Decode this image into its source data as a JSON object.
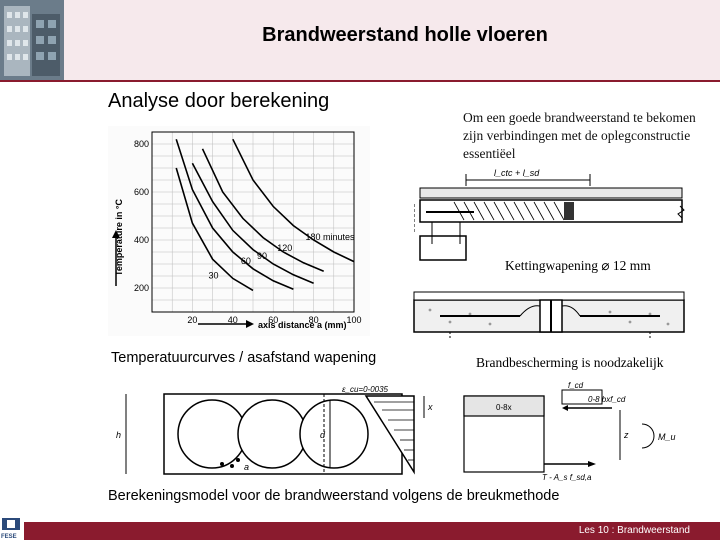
{
  "slide": {
    "title": "Brandweerstand holle vloeren",
    "subtitle": "Analyse door berekening",
    "note": "Om een goede brandweerstand te bekomen zijn verbindingen met de oplegconstructie essentiëel",
    "caption_temperature": "Temperatuurcurves / asafstand wapening",
    "caption_chain": "Kettingwapening ⌀ 12 mm",
    "caption_protection": "Brandbescherming is noodzakelijk",
    "caption_bottom": "Berekeningsmodel voor de brandweerstand volgens de breukmethode",
    "footer": "Les 10 : Brandweerstand",
    "logo_text": "FESE"
  },
  "chart_data": {
    "type": "line",
    "ylabel": "Temperature in °C",
    "xlabel": "axis distance a (mm)",
    "x_ticks": [
      "20",
      "40",
      "60",
      "80",
      "100"
    ],
    "y_ticks": [
      "200",
      "400",
      "600",
      "800"
    ],
    "xlim": [
      0,
      100
    ],
    "ylim": [
      100,
      850
    ],
    "series": [
      {
        "name": "30",
        "x": [
          12,
          20,
          30,
          40,
          50
        ],
        "y": [
          700,
          470,
          320,
          240,
          190
        ]
      },
      {
        "name": "60",
        "x": [
          12,
          20,
          30,
          40,
          50,
          60,
          70
        ],
        "y": [
          820,
          610,
          450,
          350,
          280,
          230,
          195
        ]
      },
      {
        "name": "90",
        "x": [
          20,
          30,
          40,
          50,
          60,
          70,
          80
        ],
        "y": [
          720,
          560,
          440,
          360,
          300,
          255,
          220
        ]
      },
      {
        "name": "120",
        "x": [
          25,
          35,
          45,
          55,
          65,
          75,
          85
        ],
        "y": [
          780,
          600,
          490,
          410,
          350,
          305,
          270
        ]
      },
      {
        "name": "180 minutes",
        "x": [
          40,
          50,
          60,
          70,
          80,
          90,
          100
        ],
        "y": [
          820,
          650,
          540,
          460,
          400,
          350,
          310
        ]
      }
    ],
    "curve_labels": [
      {
        "text": "30",
        "x": 28,
        "y": 240
      },
      {
        "text": "60",
        "x": 44,
        "y": 300
      },
      {
        "text": "90",
        "x": 52,
        "y": 320
      },
      {
        "text": "120",
        "x": 62,
        "y": 355
      },
      {
        "text": "180 minutes",
        "x": 76,
        "y": 400
      }
    ]
  },
  "diagrams": {
    "joint_label": "l_ctc + l_sd",
    "strain_label": "ε_cu=0-0035",
    "dim_x": "x",
    "dim_h": "h",
    "dim_d": "d",
    "dim_a": "a",
    "force_c": "0-8x",
    "force_fcd": "f_cd",
    "force_top": "0-8 bxf_cd",
    "dim_z": "z",
    "moment": "M_u",
    "tension": "T - A_s f_sd,a"
  }
}
